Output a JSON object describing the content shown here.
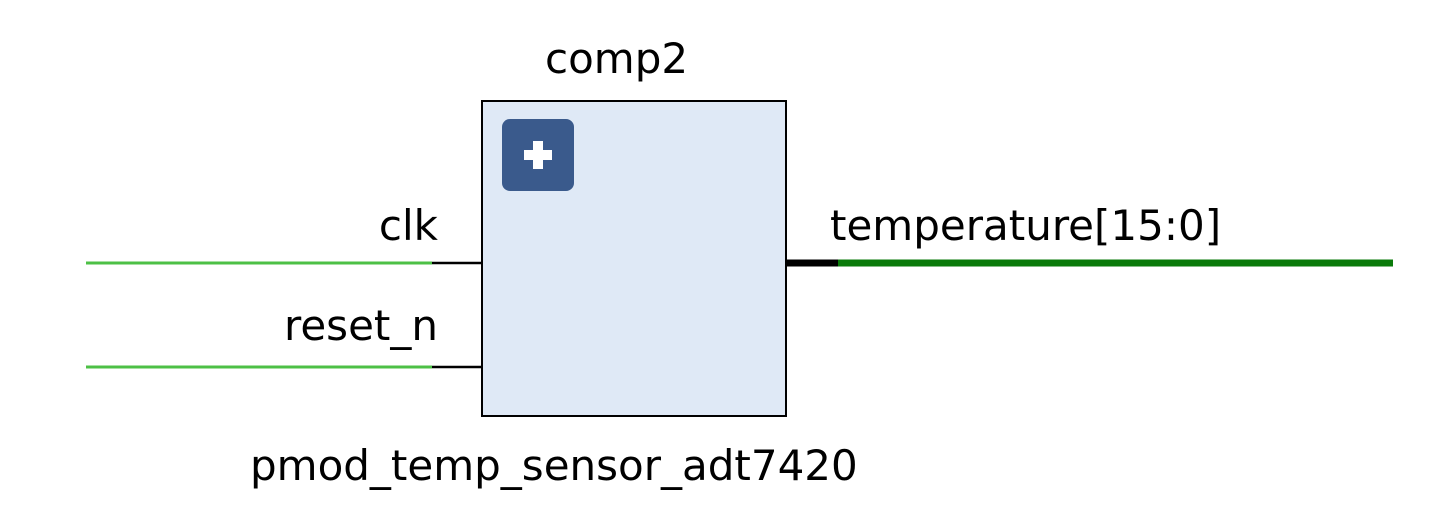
{
  "block": {
    "instance_name": "comp2",
    "module_name": "pmod_temp_sensor_adt7420",
    "expand_icon": "plus-icon"
  },
  "ports": {
    "inputs": [
      {
        "name": "clk"
      },
      {
        "name": "reset_n"
      }
    ],
    "outputs": [
      {
        "name": "temperature[15:0]",
        "bus": true
      }
    ]
  },
  "colors": {
    "block_fill": "#dfe9f6",
    "block_border": "#000000",
    "input_net": "#4dc046",
    "output_bus_net": "#0a7a0a",
    "pin_stub": "#000000",
    "expand_button": "#3a5a8c"
  }
}
